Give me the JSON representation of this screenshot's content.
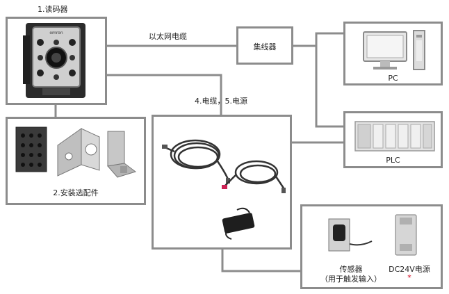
{
  "labels": {
    "reader": "1.读码器",
    "ethernet": "以太网电缆",
    "hub": "集线器",
    "pc": "PC",
    "plc": "PLC",
    "cables_power": "4.电缆，5.电源",
    "mount": "2.安装选配件",
    "sensor": "传感器",
    "sensor_note": "（用于触发输入）",
    "dc24v": "DC24V电源",
    "dc24v_mark": "*"
  },
  "device_text": {
    "reader_brand": "omron"
  },
  "colors": {
    "line": "#8c8c8c",
    "accent_red": "#d0021b"
  }
}
